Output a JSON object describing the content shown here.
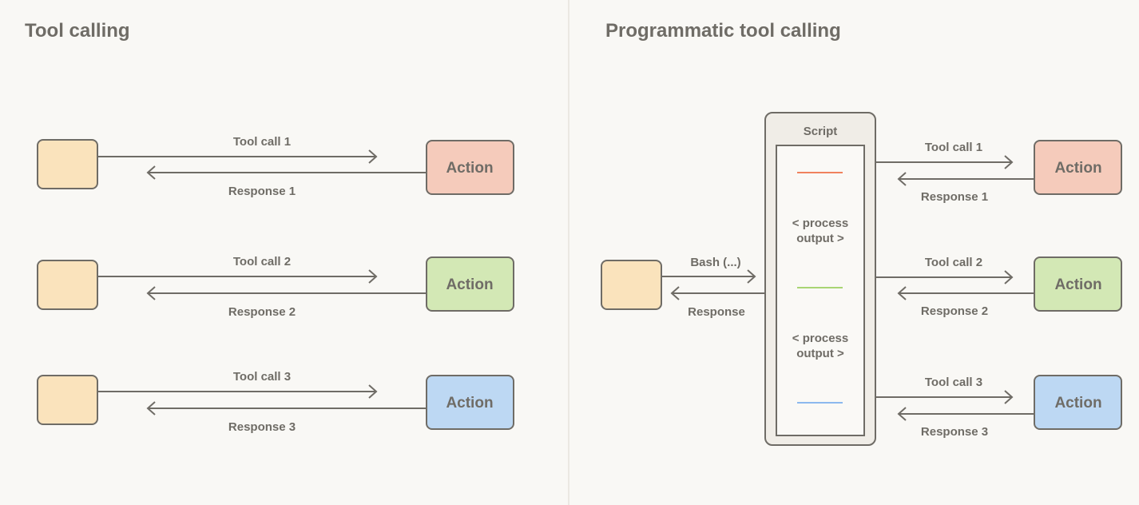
{
  "left_panel": {
    "title": "Tool calling",
    "rows": [
      {
        "call": "Tool call 1",
        "response": "Response 1",
        "action": "Action",
        "color": "#f5cbbb"
      },
      {
        "call": "Tool call 2",
        "response": "Response 2",
        "action": "Action",
        "color": "#d3e8b5"
      },
      {
        "call": "Tool call 3",
        "response": "Response 3",
        "action": "Action",
        "color": "#bdd8f3"
      }
    ]
  },
  "right_panel": {
    "title": "Programmatic tool calling",
    "bash_call": "Bash (...)",
    "bash_response": "Response",
    "script": {
      "title": "Script",
      "process_1": [
        "< process",
        "output >"
      ],
      "process_2": [
        "< process",
        "output >"
      ],
      "line_colors": [
        "#f0825e",
        "#a9d574",
        "#8cb9ee"
      ]
    },
    "rows": [
      {
        "call": "Tool call 1",
        "response": "Response 1",
        "action": "Action",
        "color": "#f5cbbb"
      },
      {
        "call": "Tool call 2",
        "response": "Response 2",
        "action": "Action",
        "color": "#d3e8b5"
      },
      {
        "call": "Tool call 3",
        "response": "Response 3",
        "action": "Action",
        "color": "#bdd8f3"
      }
    ]
  },
  "colors": {
    "agent_box": "#fae3bc",
    "stroke": "#6f6c66",
    "background": "#f9f8f5"
  }
}
